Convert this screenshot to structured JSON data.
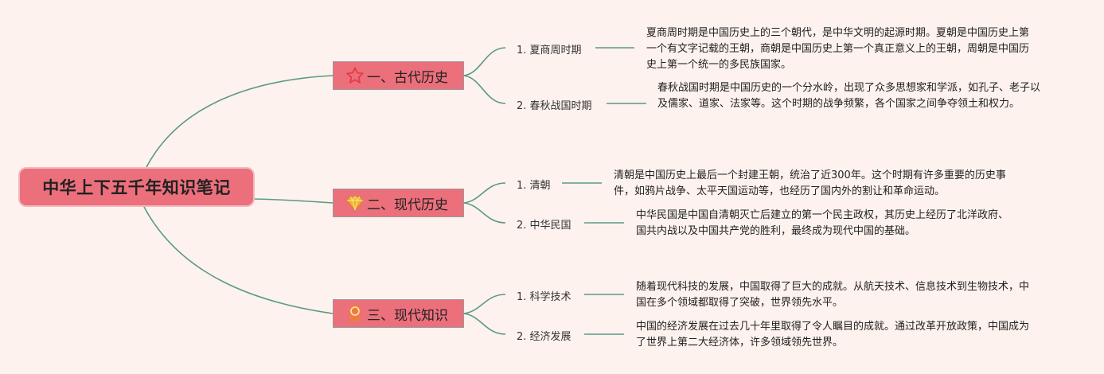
{
  "root": {
    "title": "中华上下五千年知识笔记"
  },
  "colors": {
    "background": "#fdf2ee",
    "node": "#ec6f7c",
    "connector": "#5b9a86",
    "star": "#e33c43",
    "gem": "#f3b32a",
    "medal": "#ef7d3b"
  },
  "topics": [
    {
      "title": "一、古代历史",
      "icon": "star-icon",
      "items": [
        {
          "label": "1. 夏商周时期",
          "text": "夏商周时期是中国历史上的三个朝代，是中华文明的起源时期。夏朝是中国历史上第一个有文字记载的王朝，商朝是中国历史上第一个真正意义上的王朝，周朝是中国历史上第一个统一的多民族国家。"
        },
        {
          "label": "2. 春秋战国时期",
          "text": "春秋战国时期是中国历史的一个分水岭，出现了众多思想家和学派，如孔子、老子以及儒家、道家、法家等。这个时期的战争频繁，各个国家之间争夺领土和权力。"
        }
      ]
    },
    {
      "title": "二、现代历史",
      "icon": "diamond-icon",
      "items": [
        {
          "label": "1. 清朝",
          "text": "清朝是中国历史上最后一个封建王朝，统治了近300年。这个时期有许多重要的历史事件，如鸦片战争、太平天国运动等，也经历了国内外的割让和革命运动。"
        },
        {
          "label": "2. 中华民国",
          "text": "中华民国是中国自清朝灭亡后建立的第一个民主政权，其历史上经历了北洋政府、国共内战以及中国共产党的胜利，最终成为现代中国的基础。"
        }
      ]
    },
    {
      "title": "三、现代知识",
      "icon": "medal-icon",
      "items": [
        {
          "label": "1. 科学技术",
          "text": "随着现代科技的发展，中国取得了巨大的成就。从航天技术、信息技术到生物技术，中国在多个领域都取得了突破，世界领先水平。"
        },
        {
          "label": "2. 经济发展",
          "text": "中国的经济发展在过去几十年里取得了令人瞩目的成就。通过改革开放政策，中国成为了世界上第二大经济体，许多领域领先世界。"
        }
      ]
    }
  ]
}
